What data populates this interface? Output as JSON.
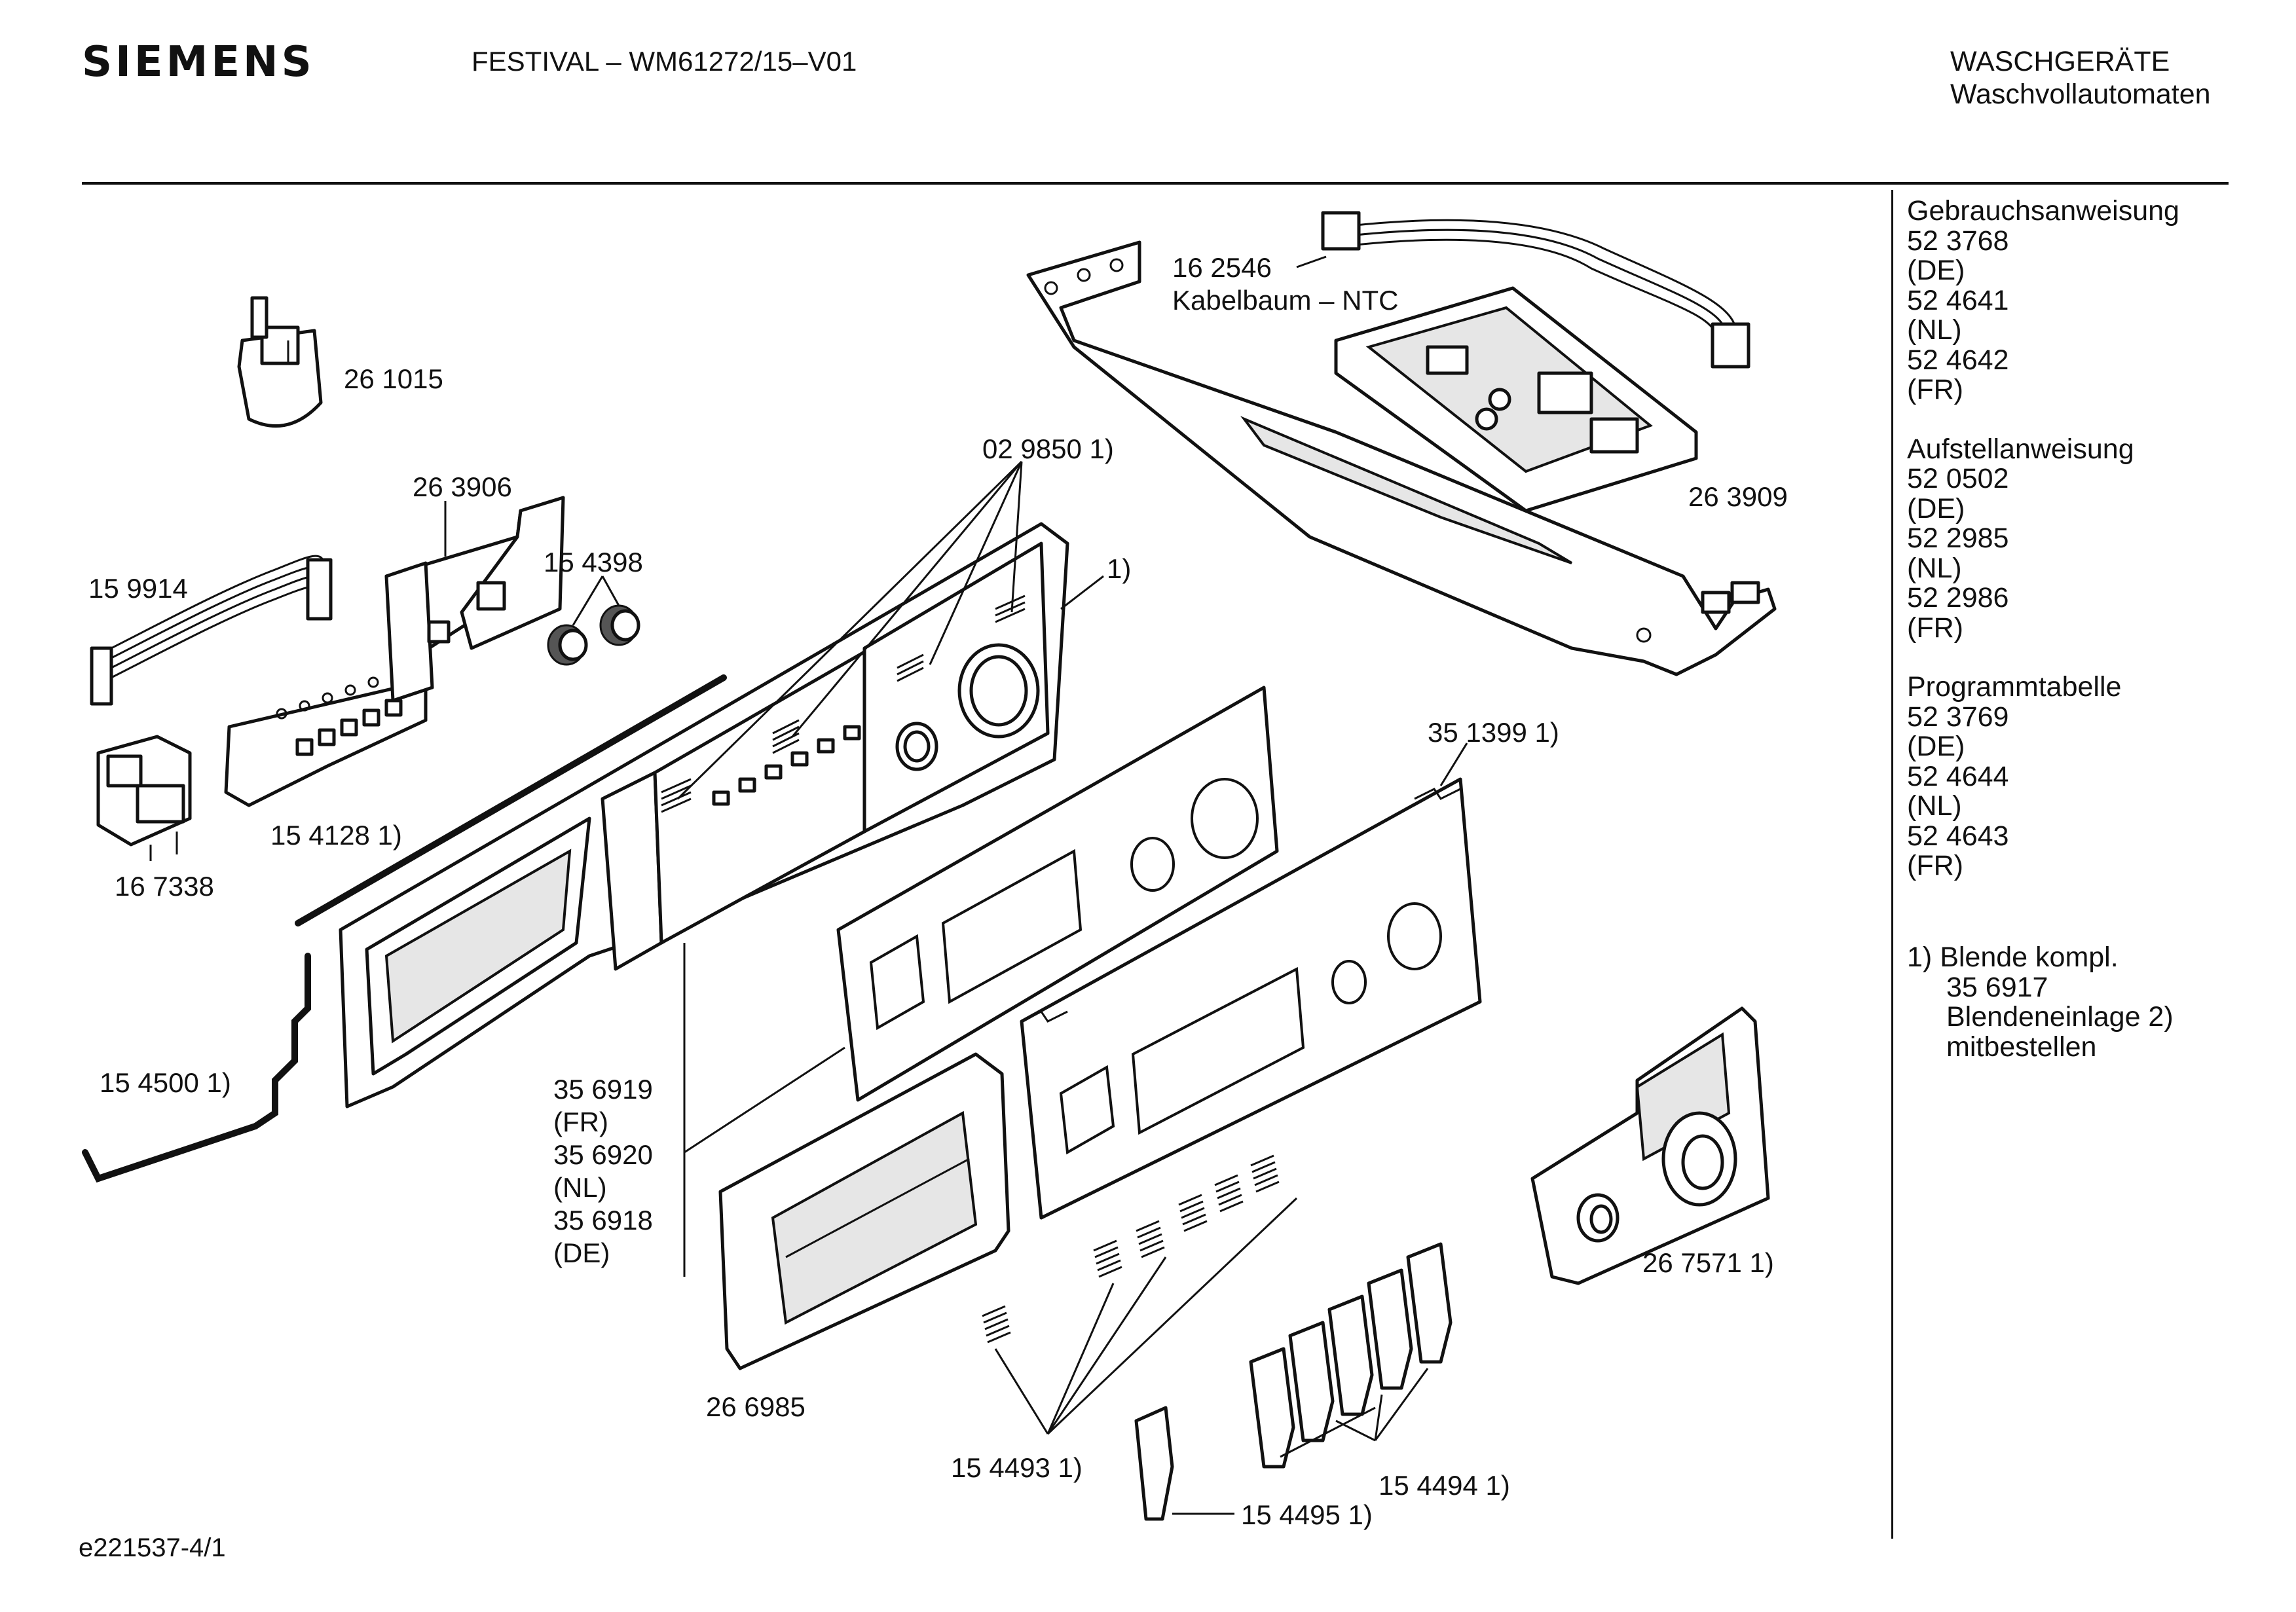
{
  "header": {
    "brand": "SIEMENS",
    "model": "FESTIVAL – WM61272/15–V01",
    "category": "WASCHGERÄTE",
    "subcategory": "Waschvollautomaten"
  },
  "sidebar": {
    "groups": [
      {
        "title": "Gebrauchsanweisung",
        "lines": [
          "52 3768",
          "(DE)",
          "52 4641",
          "(NL)",
          "52 4642",
          "(FR)"
        ]
      },
      {
        "title": "Aufstellanweisung",
        "lines": [
          "52 0502",
          "(DE)",
          "52 2985",
          "(NL)",
          "52 2986",
          "(FR)"
        ]
      },
      {
        "title": "Programmtabelle",
        "lines": [
          "52 3769",
          "(DE)",
          "52 4644",
          "(NL)",
          "52 4643",
          "(FR)"
        ]
      }
    ],
    "note": {
      "marker": "1)",
      "lines": [
        "Blende kompl.",
        "35 6917",
        "Blendeneinlage 2)",
        "mitbestellen"
      ]
    }
  },
  "parts": {
    "p261015": "26 1015",
    "p162546": "16 2546",
    "p162546_desc": "Kabelbaum – NTC",
    "p263909": "26 3909",
    "p263906": "26 3906",
    "p029850": "02 9850 1)",
    "p159914": "15 9914",
    "p154398": "15 4398",
    "p_one": "1)",
    "p351399": "35 1399 1)",
    "p154128": "15 4128 1)",
    "p167338": "16 7338",
    "p154500": "15 4500 1)",
    "p356919": "35 6919",
    "p356919_v": "(FR)",
    "p356920": "35 6920",
    "p356920_v": "(NL)",
    "p356918": "35 6918",
    "p356918_v": "(DE)",
    "p267571": "26 7571 1)",
    "p266985": "26 6985",
    "p154493": "15 4493 1)",
    "p154494": "15 4494 1)",
    "p154495": "15 4495 1)"
  },
  "footer": {
    "doc_id": "e221537-4/1"
  }
}
